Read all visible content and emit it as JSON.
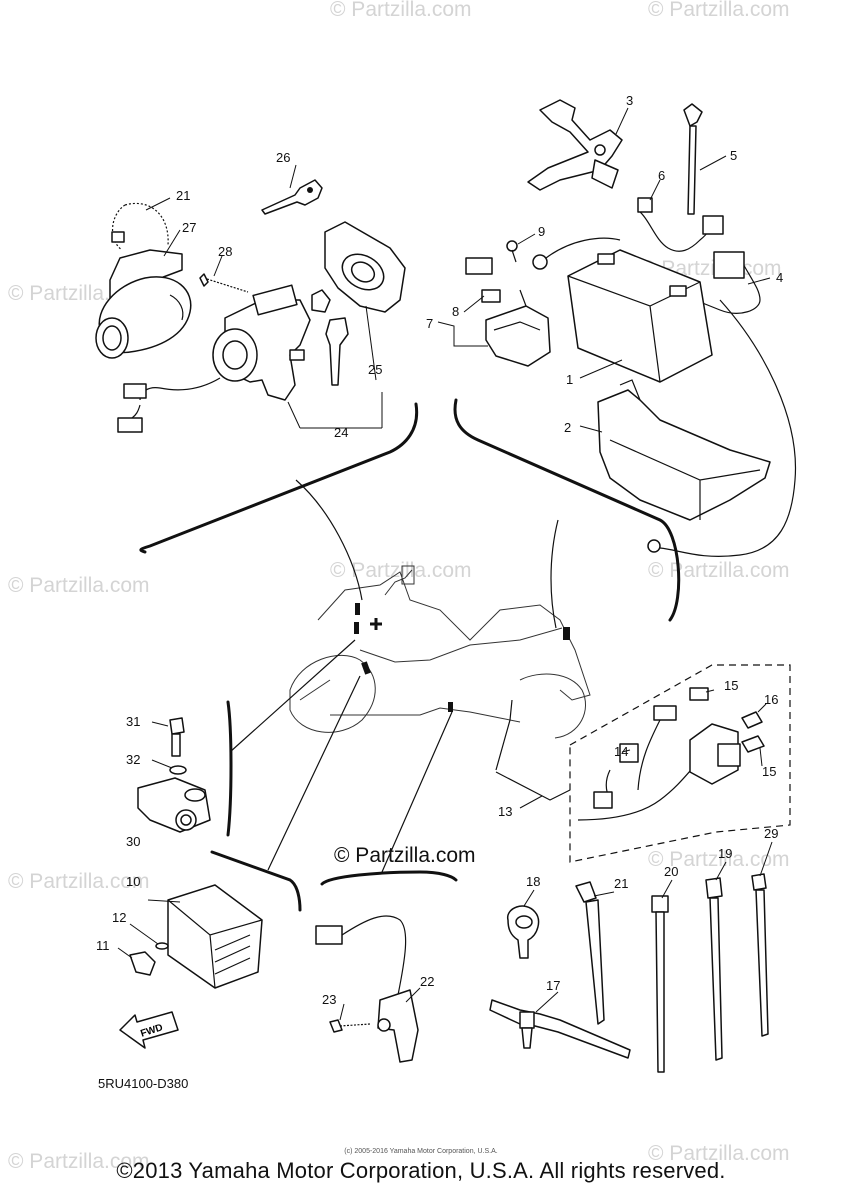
{
  "callouts": [
    "1",
    "2",
    "3",
    "4",
    "5",
    "6",
    "7",
    "8",
    "9",
    "10",
    "11",
    "12",
    "13",
    "14",
    "15",
    "15",
    "16",
    "17",
    "18",
    "19",
    "20",
    "21",
    "21",
    "22",
    "23",
    "24",
    "25",
    "26",
    "27",
    "28",
    "29",
    "30",
    "31",
    "32"
  ],
  "diagram_code": "5RU4100-D380",
  "fwd_label": "FWD",
  "watermark": "© Partzilla.com",
  "center_watermark": "© Partzilla.com",
  "small_copyright": "(c) 2005-2016 Yamaha Motor Corporation, U.S.A.",
  "copyright": "©2013 Yamaha Motor Corporation, U.S.A. All rights reserved."
}
